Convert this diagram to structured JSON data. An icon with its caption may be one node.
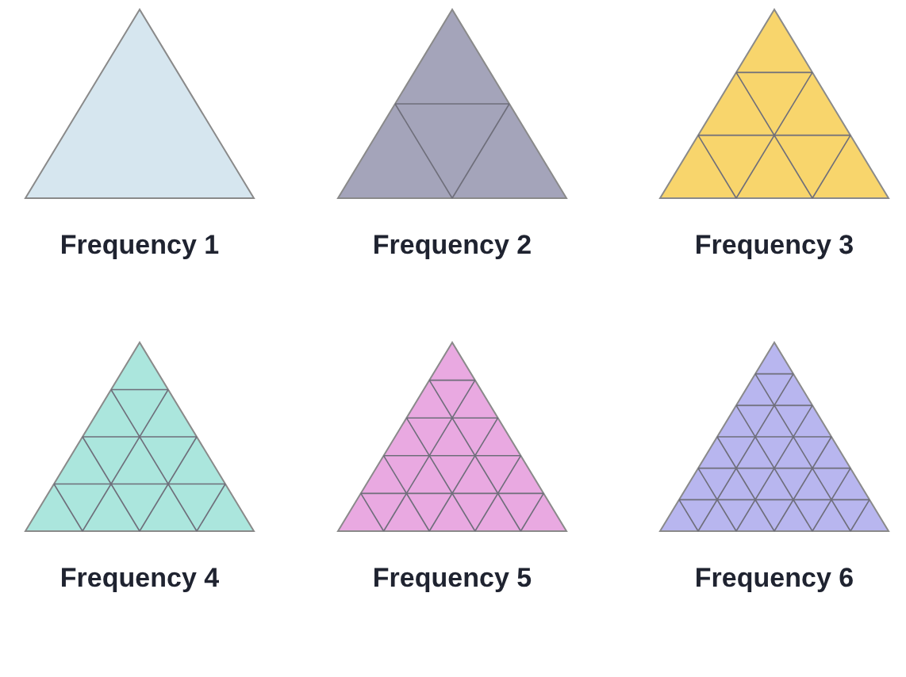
{
  "diagram": {
    "nodes": [
      {
        "text": [
          "Frequency 1"
        ]
      },
      {
        "text": [
          "Frequency 2"
        ]
      },
      {
        "text": [
          "Frequency 3"
        ]
      },
      {
        "text": [
          "Frequency 4"
        ]
      },
      {
        "text": [
          "Frequency 5"
        ]
      },
      {
        "text": [
          "Frequency 6"
        ]
      }
    ]
  }
}
